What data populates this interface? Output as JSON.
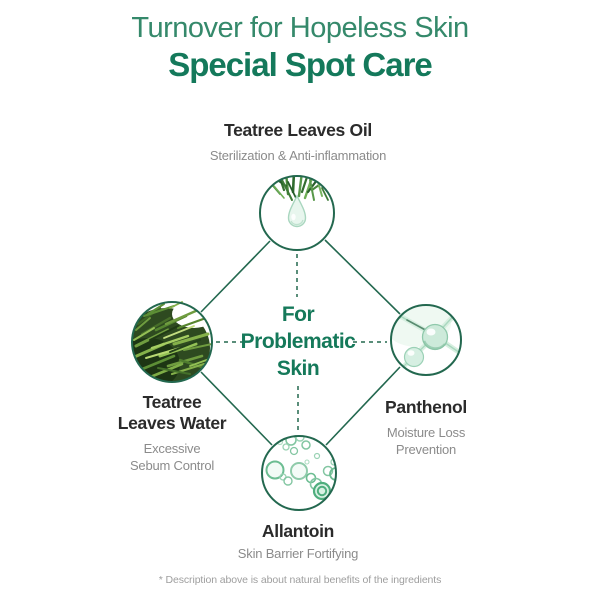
{
  "header": {
    "subtitle": "Turnover for Hopeless Skin",
    "title": "Special Spot Care"
  },
  "center": {
    "lines": [
      "For",
      "Problematic",
      "Skin"
    ]
  },
  "ingredients": {
    "top": {
      "name": "Teatree Leaves Oil",
      "benefit": "Sterilization & Anti-inflammation",
      "icon": "teatree-oil-droplet-icon"
    },
    "left": {
      "name_lines": [
        "Teatree",
        "Leaves Water"
      ],
      "benefit_lines": [
        "Excessive",
        "Sebum Control"
      ],
      "icon": "teatree-leaves-icon"
    },
    "right": {
      "name": "Panthenol",
      "benefit_lines": [
        "Moisture Loss",
        "Prevention"
      ],
      "icon": "panthenol-molecule-icon"
    },
    "bottom": {
      "name": "Allantoin",
      "benefit": "Skin Barrier Fortifying",
      "icon": "allantoin-bubbles-icon"
    }
  },
  "footnote": "* Description above is about natural benefits of the ingredients",
  "colors": {
    "subtitle_green": "#35896b",
    "title_green": "#14795b",
    "line_green": "#23684f",
    "center_text_green": "#15795a",
    "ingredient_name": "#2b2b2b",
    "benefit_gray": "#8b8b8b",
    "footnote_gray": "#9e9e9e"
  }
}
